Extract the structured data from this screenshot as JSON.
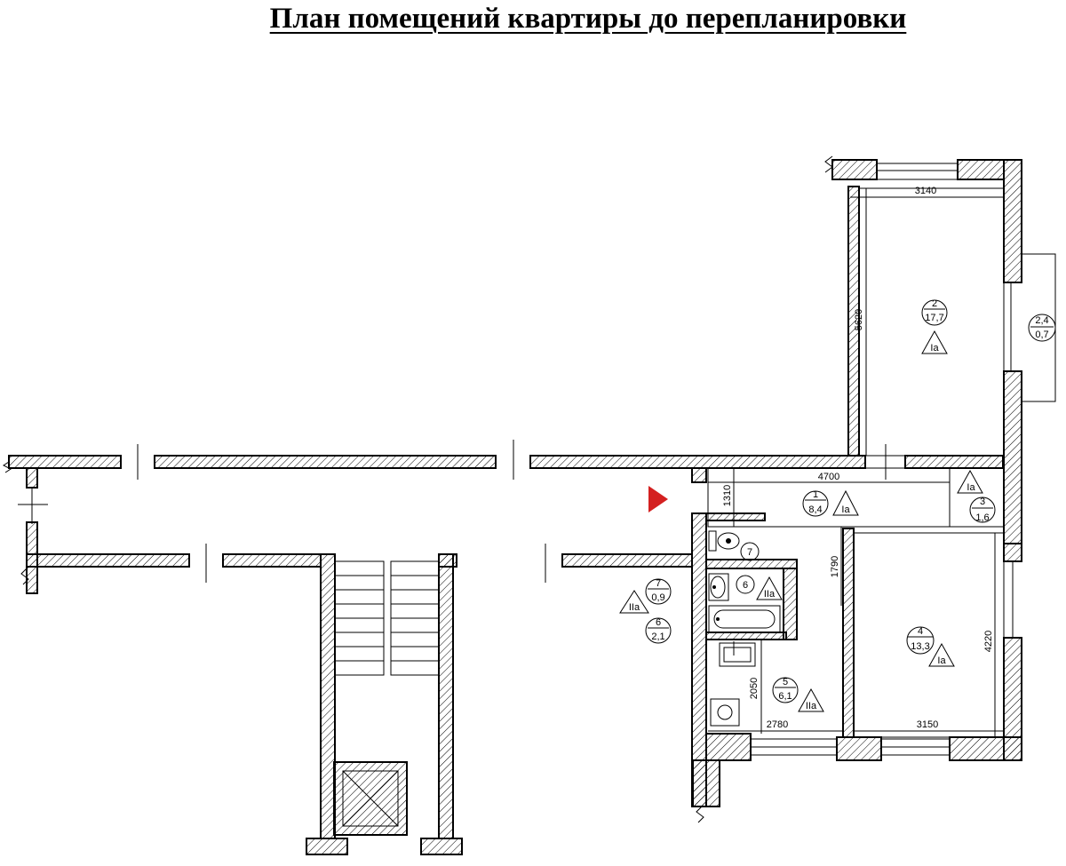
{
  "title": "План помещений квартиры до перепланировки",
  "rooms": [
    {
      "number": "1",
      "area": "8,4",
      "category": "Ia"
    },
    {
      "number": "2",
      "area": "17,7",
      "category": "Ia"
    },
    {
      "number": "3",
      "area": "1,6",
      "category": "Ia"
    },
    {
      "number": "4",
      "area": "13,3",
      "category": "Ia"
    },
    {
      "number": "5",
      "area": "6,1",
      "category": "IIa"
    },
    {
      "number": "6",
      "area": "2,1",
      "category": "IIa"
    },
    {
      "number": "7",
      "area": "0,9",
      "category": "IIa"
    }
  ],
  "balcony": {
    "top": "2,4",
    "bottom": "0,7"
  },
  "room_markers": {
    "wc": "7",
    "bath": "6"
  },
  "dimensions": {
    "room2_width": "3140",
    "room2_length": "5620",
    "corridor_width": "4700",
    "corridor_depth": "1310",
    "room4_depth": "1790",
    "room4_length": "4220",
    "room4_width": "3150",
    "room5_width": "2780",
    "room5_length": "2050"
  },
  "colors": {
    "entrance_arrow": "#d42020",
    "walls": "#000000"
  }
}
